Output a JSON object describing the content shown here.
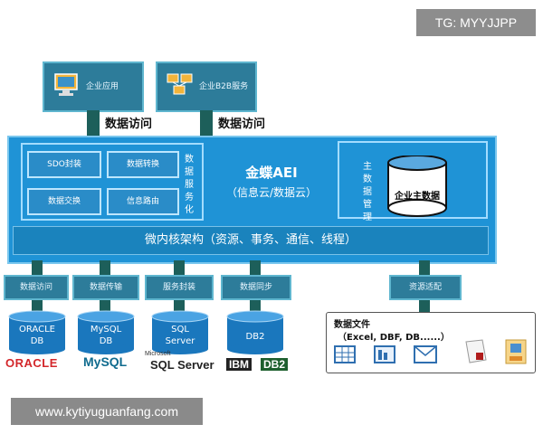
{
  "watermarks": {
    "tg": "TG: MYYJJPP",
    "url": "www.kytiyuguanfang.com"
  },
  "top_clients": [
    {
      "label": "企业应用",
      "access": "数据访问"
    },
    {
      "label": "企业B2B服务",
      "access": "数据访问"
    }
  ],
  "core": {
    "service_pills": [
      "SDO封装",
      "数据转换",
      "数据交换",
      "信息路由"
    ],
    "service_label": "数据服务化",
    "title": "金蝶AEI",
    "subtitle": "（信息云/数据云）",
    "mdm_label": "主数据管理",
    "mdm_db": "企业主数据",
    "microkernel": "微内核架构（资源、事务、通信、线程）"
  },
  "adapters": [
    "数据访问",
    "数据传输",
    "服务封装",
    "数据同步",
    "资源适配"
  ],
  "databases": [
    {
      "line1": "ORACLE",
      "line2": "DB",
      "logo": "ORACLE"
    },
    {
      "line1": "MySQL",
      "line2": "DB",
      "logo": "MySQL"
    },
    {
      "line1": "SQL",
      "line2": "Server",
      "logo": "SQL Server",
      "logo_prefix": "Microsoft"
    },
    {
      "line1": "DB2",
      "line2": "",
      "logo": "IBM",
      "logo2": "DB2"
    }
  ],
  "data_files": {
    "title": "数据文件",
    "formats": "（Excel, DBF, DB......）"
  },
  "colors": {
    "panel": "#1f93d6",
    "box": "#2d7c9a",
    "connector": "#1d5f5a",
    "db": "#1a77bd"
  }
}
